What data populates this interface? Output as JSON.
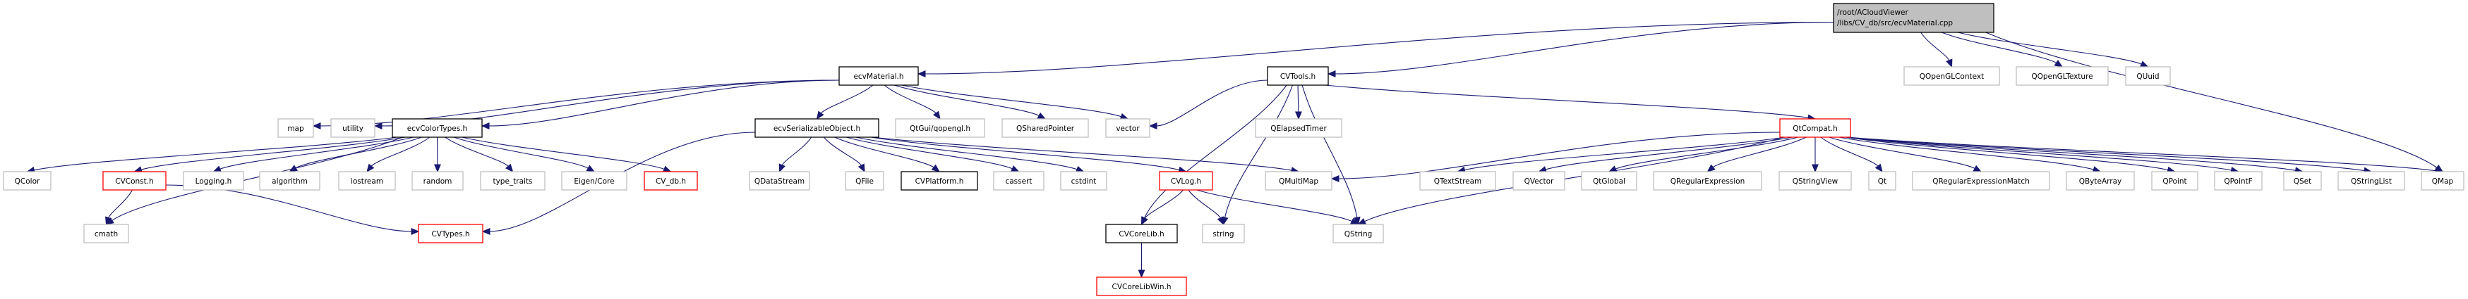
{
  "diagram": {
    "type": "include-dependency-graph",
    "colors": {
      "edge": "#191970",
      "root_fill": "#bfbfbf",
      "local_border": "#000000",
      "system_border": "#bfbfbf",
      "missing_border": "#ff0000"
    },
    "root": {
      "id": "root",
      "lines": [
        "/root/ACloudViewer",
        "/libs/CV_db/src/ecvMaterial.cpp"
      ]
    },
    "nodes": [
      {
        "id": "ecvMaterial_h",
        "label": "ecvMaterial.h",
        "kind": "local"
      },
      {
        "id": "CVTools_h",
        "label": "CVTools.h",
        "kind": "local"
      },
      {
        "id": "QOpenGLContext",
        "label": "QOpenGLContext",
        "kind": "system"
      },
      {
        "id": "QOpenGLTexture",
        "label": "QOpenGLTexture",
        "kind": "system"
      },
      {
        "id": "QUuid",
        "label": "QUuid",
        "kind": "system"
      },
      {
        "id": "map",
        "label": "map",
        "kind": "system"
      },
      {
        "id": "utility",
        "label": "utility",
        "kind": "system"
      },
      {
        "id": "ecvColorTypes_h",
        "label": "ecvColorTypes.h",
        "kind": "local"
      },
      {
        "id": "ecvSerializableObject_h",
        "label": "ecvSerializableObject.h",
        "kind": "local"
      },
      {
        "id": "QtGui_qopengl_h",
        "label": "QtGui/qopengl.h",
        "kind": "system"
      },
      {
        "id": "QSharedPointer",
        "label": "QSharedPointer",
        "kind": "system"
      },
      {
        "id": "vector",
        "label": "vector",
        "kind": "system"
      },
      {
        "id": "QElapsedTimer",
        "label": "QElapsedTimer",
        "kind": "system"
      },
      {
        "id": "QtCompat_h",
        "label": "QtCompat.h",
        "kind": "missing"
      },
      {
        "id": "QColor",
        "label": "QColor",
        "kind": "system"
      },
      {
        "id": "CVConst_h",
        "label": "CVConst.h",
        "kind": "missing"
      },
      {
        "id": "Logging_h",
        "label": "Logging.h",
        "kind": "system"
      },
      {
        "id": "algorithm",
        "label": "algorithm",
        "kind": "system"
      },
      {
        "id": "iostream",
        "label": "iostream",
        "kind": "system"
      },
      {
        "id": "random",
        "label": "random",
        "kind": "system"
      },
      {
        "id": "type_traits",
        "label": "type_traits",
        "kind": "system"
      },
      {
        "id": "Eigen_Core",
        "label": "Eigen/Core",
        "kind": "system"
      },
      {
        "id": "CV_db_h",
        "label": "CV_db.h",
        "kind": "missing"
      },
      {
        "id": "QDataStream",
        "label": "QDataStream",
        "kind": "system"
      },
      {
        "id": "QFile",
        "label": "QFile",
        "kind": "system"
      },
      {
        "id": "CVPlatform_h",
        "label": "CVPlatform.h",
        "kind": "local"
      },
      {
        "id": "cassert",
        "label": "cassert",
        "kind": "system"
      },
      {
        "id": "cstdint",
        "label": "cstdint",
        "kind": "system"
      },
      {
        "id": "CVLog_h",
        "label": "CVLog.h",
        "kind": "missing"
      },
      {
        "id": "QMultiMap",
        "label": "QMultiMap",
        "kind": "system"
      },
      {
        "id": "QTextStream",
        "label": "QTextStream",
        "kind": "system"
      },
      {
        "id": "QVector",
        "label": "QVector",
        "kind": "system"
      },
      {
        "id": "QtGlobal",
        "label": "QtGlobal",
        "kind": "system"
      },
      {
        "id": "QRegularExpression",
        "label": "QRegularExpression",
        "kind": "system"
      },
      {
        "id": "QStringView",
        "label": "QStringView",
        "kind": "system"
      },
      {
        "id": "Qt",
        "label": "Qt",
        "kind": "system"
      },
      {
        "id": "QRegularExpressionMatch",
        "label": "QRegularExpressionMatch",
        "kind": "system"
      },
      {
        "id": "QByteArray",
        "label": "QByteArray",
        "kind": "system"
      },
      {
        "id": "QPoint",
        "label": "QPoint",
        "kind": "system"
      },
      {
        "id": "QPointF",
        "label": "QPointF",
        "kind": "system"
      },
      {
        "id": "QSet",
        "label": "QSet",
        "kind": "system"
      },
      {
        "id": "QStringList",
        "label": "QStringList",
        "kind": "system"
      },
      {
        "id": "QMap",
        "label": "QMap",
        "kind": "system"
      },
      {
        "id": "cmath",
        "label": "cmath",
        "kind": "system"
      },
      {
        "id": "CVTypes_h",
        "label": "CVTypes.h",
        "kind": "missing"
      },
      {
        "id": "CVCoreLib_h",
        "label": "CVCoreLib.h",
        "kind": "local"
      },
      {
        "id": "string",
        "label": "string",
        "kind": "system"
      },
      {
        "id": "QString",
        "label": "QString",
        "kind": "system"
      },
      {
        "id": "CVCoreLibWin_h",
        "label": "CVCoreLibWin.h",
        "kind": "missing"
      }
    ],
    "edges": [
      [
        "root",
        "ecvMaterial_h"
      ],
      [
        "root",
        "CVTools_h"
      ],
      [
        "root",
        "QOpenGLContext"
      ],
      [
        "root",
        "QOpenGLTexture"
      ],
      [
        "root",
        "QUuid"
      ],
      [
        "root",
        "QMap"
      ],
      [
        "ecvMaterial_h",
        "map"
      ],
      [
        "ecvMaterial_h",
        "utility"
      ],
      [
        "ecvMaterial_h",
        "ecvColorTypes_h"
      ],
      [
        "ecvMaterial_h",
        "ecvSerializableObject_h"
      ],
      [
        "ecvMaterial_h",
        "QtGui_qopengl_h"
      ],
      [
        "ecvMaterial_h",
        "QSharedPointer"
      ],
      [
        "ecvMaterial_h",
        "vector"
      ],
      [
        "ecvColorTypes_h",
        "QColor"
      ],
      [
        "ecvColorTypes_h",
        "CVConst_h"
      ],
      [
        "ecvColorTypes_h",
        "Logging_h"
      ],
      [
        "ecvColorTypes_h",
        "algorithm"
      ],
      [
        "ecvColorTypes_h",
        "iostream"
      ],
      [
        "ecvColorTypes_h",
        "random"
      ],
      [
        "ecvColorTypes_h",
        "type_traits"
      ],
      [
        "ecvColorTypes_h",
        "Eigen_Core"
      ],
      [
        "ecvColorTypes_h",
        "CV_db_h"
      ],
      [
        "ecvColorTypes_h",
        "cmath"
      ],
      [
        "CVConst_h",
        "cmath"
      ],
      [
        "CVConst_h",
        "CVTypes_h"
      ],
      [
        "ecvSerializableObject_h",
        "CVTypes_h"
      ],
      [
        "ecvSerializableObject_h",
        "QDataStream"
      ],
      [
        "ecvSerializableObject_h",
        "QFile"
      ],
      [
        "ecvSerializableObject_h",
        "CVPlatform_h"
      ],
      [
        "ecvSerializableObject_h",
        "cassert"
      ],
      [
        "ecvSerializableObject_h",
        "cstdint"
      ],
      [
        "ecvSerializableObject_h",
        "CVLog_h"
      ],
      [
        "ecvSerializableObject_h",
        "QMultiMap"
      ],
      [
        "CVTools_h",
        "vector"
      ],
      [
        "CVTools_h",
        "QElapsedTimer"
      ],
      [
        "CVTools_h",
        "CVCoreLib_h"
      ],
      [
        "CVTools_h",
        "string"
      ],
      [
        "CVTools_h",
        "QString"
      ],
      [
        "CVTools_h",
        "QtCompat_h"
      ],
      [
        "CVLog_h",
        "CVCoreLib_h"
      ],
      [
        "CVLog_h",
        "string"
      ],
      [
        "CVLog_h",
        "QString"
      ],
      [
        "CVCoreLib_h",
        "CVCoreLibWin_h"
      ],
      [
        "QtCompat_h",
        "QMultiMap"
      ],
      [
        "QtCompat_h",
        "QString"
      ],
      [
        "QtCompat_h",
        "QTextStream"
      ],
      [
        "QtCompat_h",
        "QVector"
      ],
      [
        "QtCompat_h",
        "QtGlobal"
      ],
      [
        "QtCompat_h",
        "QRegularExpression"
      ],
      [
        "QtCompat_h",
        "QStringView"
      ],
      [
        "QtCompat_h",
        "Qt"
      ],
      [
        "QtCompat_h",
        "QRegularExpressionMatch"
      ],
      [
        "QtCompat_h",
        "QByteArray"
      ],
      [
        "QtCompat_h",
        "QPoint"
      ],
      [
        "QtCompat_h",
        "QPointF"
      ],
      [
        "QtCompat_h",
        "QSet"
      ],
      [
        "QtCompat_h",
        "QStringList"
      ],
      [
        "QtCompat_h",
        "QMap"
      ]
    ]
  }
}
